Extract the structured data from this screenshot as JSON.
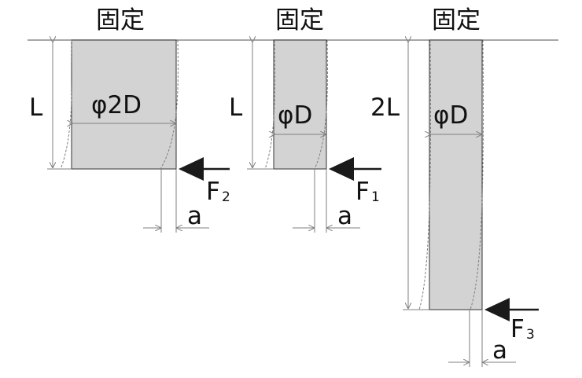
{
  "fixed_label": "固定",
  "columns": [
    {
      "length_label": "L",
      "diameter_label": "φ2D",
      "force_label": "F",
      "force_sub": "2",
      "offset_label": "a"
    },
    {
      "length_label": "L",
      "diameter_label": "φD",
      "force_label": "F",
      "force_sub": "1",
      "offset_label": "a"
    },
    {
      "length_label": "2L",
      "diameter_label": "φD",
      "force_label": "F",
      "force_sub": "3",
      "offset_label": "a"
    }
  ],
  "colors": {
    "bar_fill": "#d3d3d3",
    "line": "#7f7f7f",
    "arrow": "#1a1a1a"
  }
}
